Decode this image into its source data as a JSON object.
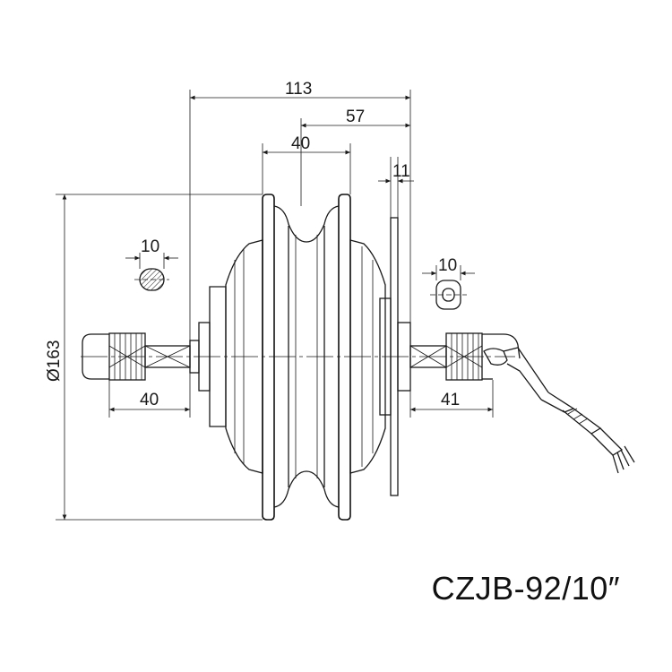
{
  "model": "CZJB-92/10″",
  "dimensions": {
    "overall_width": "113",
    "half_width": "57",
    "rim_width": "40",
    "disc_thickness": "11",
    "diameter": "Ø163",
    "left_axle_flat": "10",
    "right_axle_flat": "10",
    "left_axle_length": "40",
    "right_axle_length": "41"
  }
}
